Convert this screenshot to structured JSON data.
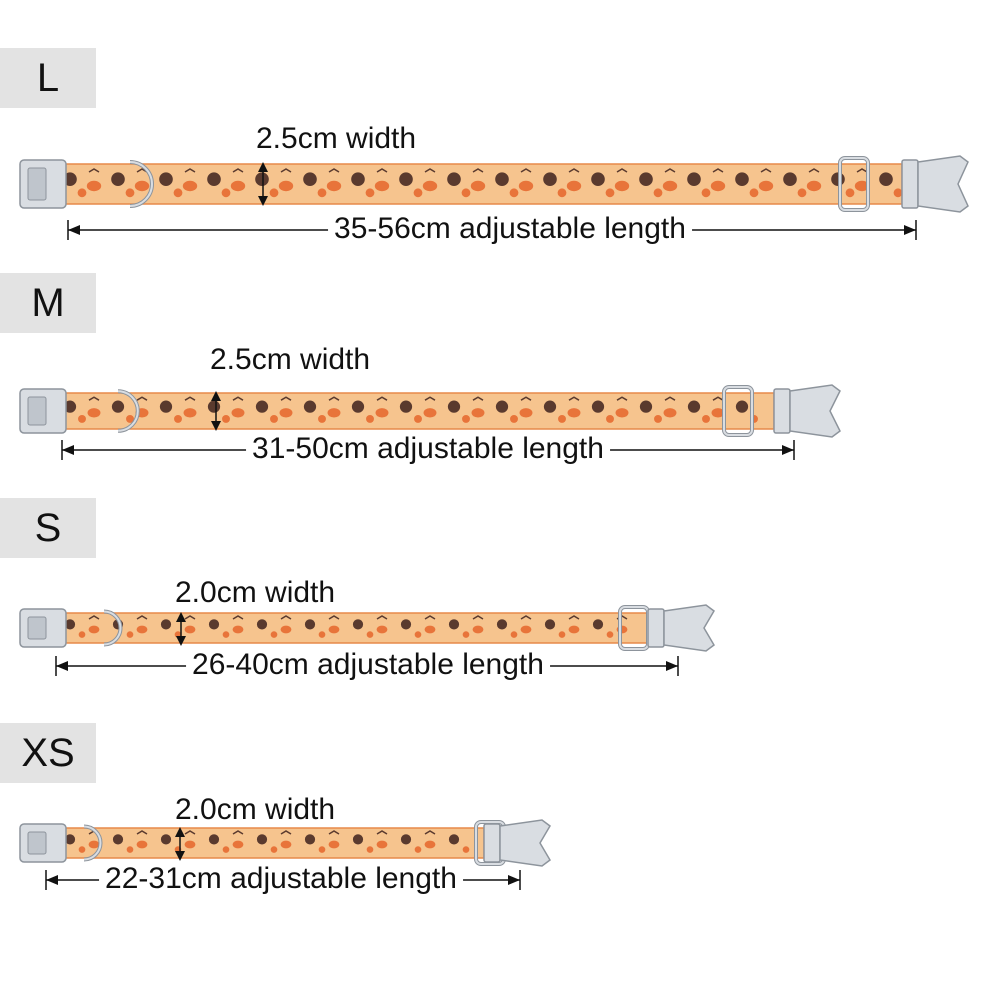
{
  "colors": {
    "strap": "#f6c48e",
    "strap_edge": "#e78a4a",
    "pattern_dark": "#5a3a2e",
    "pattern_orange": "#e8743a",
    "metal": "#d9dde2",
    "metal_dark": "#8d949c",
    "label_bg": "#e3e3e3"
  },
  "sizes": [
    {
      "name": "L",
      "width_label": "2.5cm width",
      "length_label": "35-56cm adjustable length"
    },
    {
      "name": "M",
      "width_label": "2.5cm width",
      "length_label": "31-50cm adjustable length"
    },
    {
      "name": "S",
      "width_label": "2.0cm width",
      "length_label": "26-40cm adjustable length"
    },
    {
      "name": "XS",
      "width_label": "2.0cm width",
      "length_label": "22-31cm adjustable length"
    }
  ]
}
